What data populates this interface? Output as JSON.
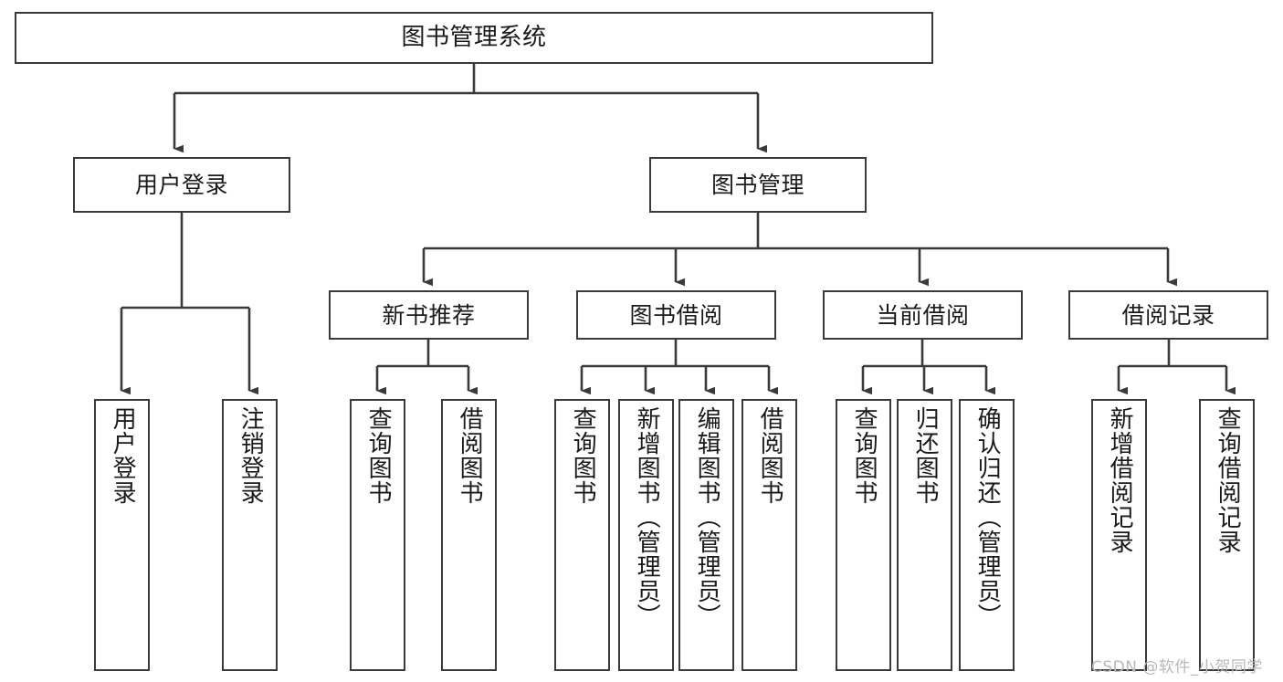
{
  "diagram": {
    "type": "tree",
    "title": "图书管理系统",
    "orientation": "top-down",
    "root": {
      "id": "root",
      "label": "图书管理系统"
    },
    "level2": [
      {
        "id": "user-login",
        "label": "用户登录"
      },
      {
        "id": "book-manage",
        "label": "图书管理"
      }
    ],
    "level3": [
      {
        "id": "new-book-rec",
        "label": "新书推荐",
        "parent": "book-manage"
      },
      {
        "id": "book-borrow",
        "label": "图书借阅",
        "parent": "book-manage"
      },
      {
        "id": "current-borrow",
        "label": "当前借阅",
        "parent": "book-manage"
      },
      {
        "id": "borrow-record",
        "label": "借阅记录",
        "parent": "book-manage"
      }
    ],
    "leaves": [
      {
        "id": "leaf-user-login",
        "label": "用户登录",
        "parent": "user-login"
      },
      {
        "id": "leaf-logout",
        "label": "注销登录",
        "parent": "user-login"
      },
      {
        "id": "leaf-query-book-1",
        "label": "查询图书",
        "parent": "new-book-rec"
      },
      {
        "id": "leaf-borrow-book-1",
        "label": "借阅图书",
        "parent": "new-book-rec"
      },
      {
        "id": "leaf-query-book-2",
        "label": "查询图书",
        "parent": "book-borrow"
      },
      {
        "id": "leaf-add-book",
        "label": "新增图书（管理员）",
        "parent": "book-borrow"
      },
      {
        "id": "leaf-edit-book",
        "label": "编辑图书（管理员）",
        "parent": "book-borrow"
      },
      {
        "id": "leaf-borrow-book-2",
        "label": "借阅图书",
        "parent": "book-borrow"
      },
      {
        "id": "leaf-query-book-3",
        "label": "查询图书",
        "parent": "current-borrow"
      },
      {
        "id": "leaf-return-book",
        "label": "归还图书",
        "parent": "current-borrow"
      },
      {
        "id": "leaf-confirm-return",
        "label": "确认归还（管理员）",
        "parent": "current-borrow"
      },
      {
        "id": "leaf-add-record",
        "label": "新增借阅记录",
        "parent": "borrow-record"
      },
      {
        "id": "leaf-query-record",
        "label": "查询借阅记录",
        "parent": "borrow-record"
      }
    ],
    "colors": {
      "stroke": "#3a3a3a",
      "fill": "#ffffff",
      "text": "#1a1a1a",
      "watermark": "#b9b9b9"
    }
  },
  "watermark": {
    "text": "CSDN @软件_小贺同学"
  }
}
